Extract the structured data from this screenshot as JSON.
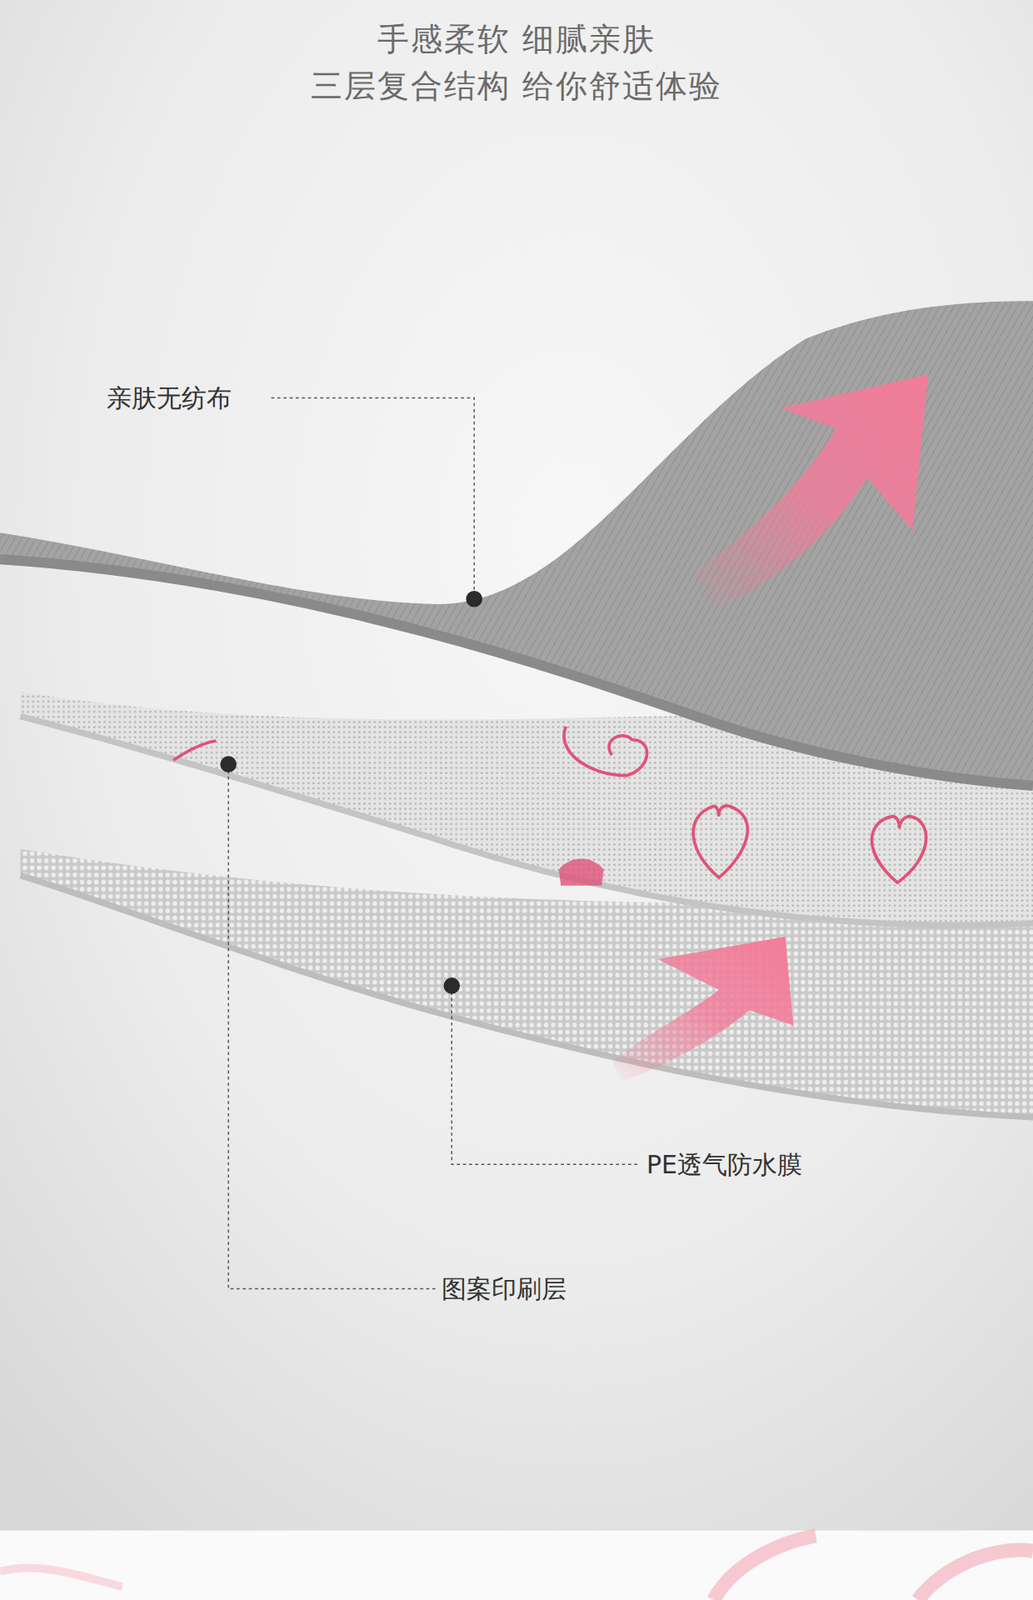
{
  "diagram": {
    "title": "手感柔软 细腻亲肤",
    "labels": [
      "三层复合结构 给你舒适体验",
      "亲肤无纺布",
      "PE透气防水膜",
      "图案印刷层"
    ]
  }
}
